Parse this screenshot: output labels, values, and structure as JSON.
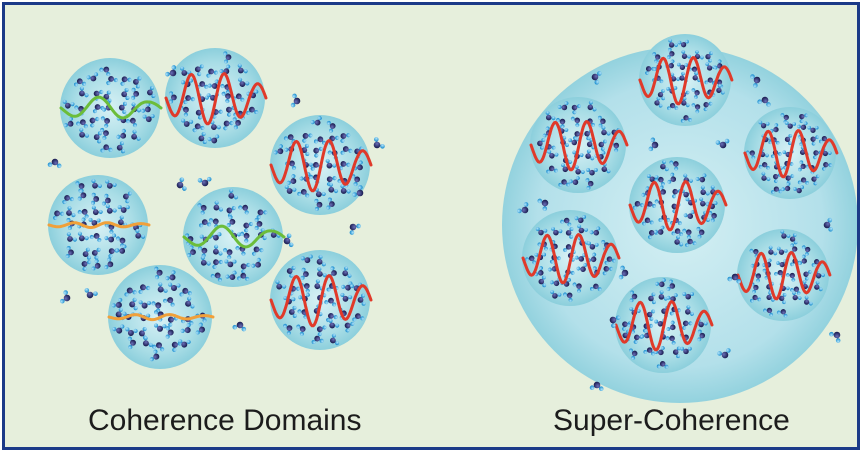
{
  "captions": {
    "left": "Coherence Domains",
    "right": "Super-Coherence"
  },
  "colors": {
    "background": "#e6efdc",
    "border": "#1b3a88",
    "domain_fill": "#a9dde6",
    "big_domain_fill": "#bfe6ee",
    "oxygen_atom": "#26285f",
    "hydrogen_atom": "#35a6df",
    "wave_red": "#e03a2a",
    "wave_green": "#6cbd3a",
    "wave_orange": "#f0a03a"
  },
  "panels": [
    {
      "name": "coherence-domains",
      "domains": [
        {
          "id": 1,
          "wave": "green-low"
        },
        {
          "id": 2,
          "wave": "red-high"
        },
        {
          "id": 3,
          "wave": "red-high"
        },
        {
          "id": 4,
          "wave": "orange-flat"
        },
        {
          "id": 5,
          "wave": "green-low"
        },
        {
          "id": 6,
          "wave": "red-high"
        },
        {
          "id": 7,
          "wave": "orange-flat"
        }
      ]
    },
    {
      "name": "super-coherence",
      "domains": [
        {
          "id": 1,
          "wave": "red-high"
        },
        {
          "id": 2,
          "wave": "red-high"
        },
        {
          "id": 3,
          "wave": "red-high"
        },
        {
          "id": 4,
          "wave": "red-high"
        },
        {
          "id": 5,
          "wave": "red-high"
        },
        {
          "id": 6,
          "wave": "red-high"
        },
        {
          "id": 7,
          "wave": "red-high"
        }
      ]
    }
  ]
}
